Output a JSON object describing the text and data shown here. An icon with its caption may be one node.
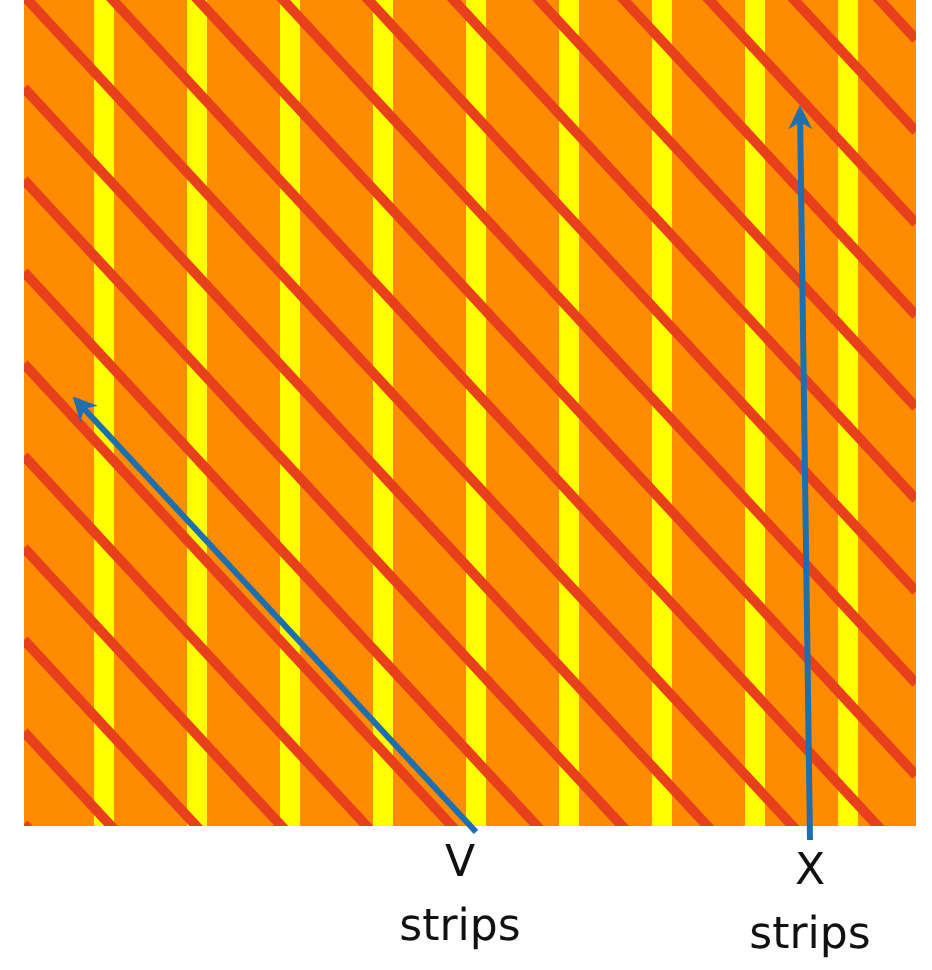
{
  "diagram": {
    "nodes": [
      {
        "text": [
          "V strips"
        ]
      },
      {
        "text": [
          "X strips"
        ]
      }
    ],
    "edges": [
      {
        "from": 0,
        "to": null,
        "arrow": "to"
      },
      {
        "from": 1,
        "to": null,
        "arrow": "to"
      }
    ]
  }
}
